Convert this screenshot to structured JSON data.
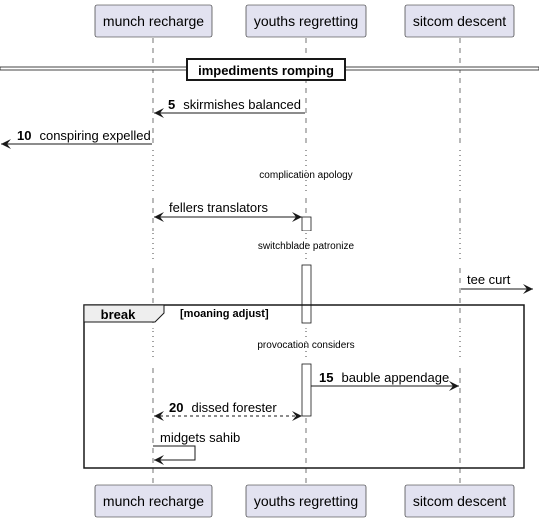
{
  "participants": [
    {
      "id": "munch",
      "label": "munch recharge"
    },
    {
      "id": "youths",
      "label": "youths regretting"
    },
    {
      "id": "sitcom",
      "label": "sitcom descent"
    }
  ],
  "divider": {
    "label": "impediments romping"
  },
  "messages": [
    {
      "id": "m1",
      "number": "5",
      "label": "skirmishes balanced"
    },
    {
      "id": "m2",
      "number": "10",
      "label": "conspiring expelled"
    },
    {
      "id": "m3",
      "number": "",
      "label": "fellers translators"
    },
    {
      "id": "m4",
      "number": "",
      "label": "tee curt"
    },
    {
      "id": "m5",
      "number": "15",
      "label": "bauble appendage"
    },
    {
      "id": "m6",
      "number": "20",
      "label": "dissed forester"
    },
    {
      "id": "m7",
      "number": "",
      "label": "midgets sahib"
    }
  ],
  "delays": [
    {
      "id": "d1",
      "label": "complication apology"
    },
    {
      "id": "d2",
      "label": "switchblade patronize"
    },
    {
      "id": "d3",
      "label": "provocation considers"
    }
  ],
  "fragment": {
    "title": "break",
    "guard": "[moaning adjust]"
  },
  "colors": {
    "participant_fill": "#e2e2f0",
    "participant_border": "#181818",
    "line": "#181818",
    "background": "#ffffff"
  }
}
